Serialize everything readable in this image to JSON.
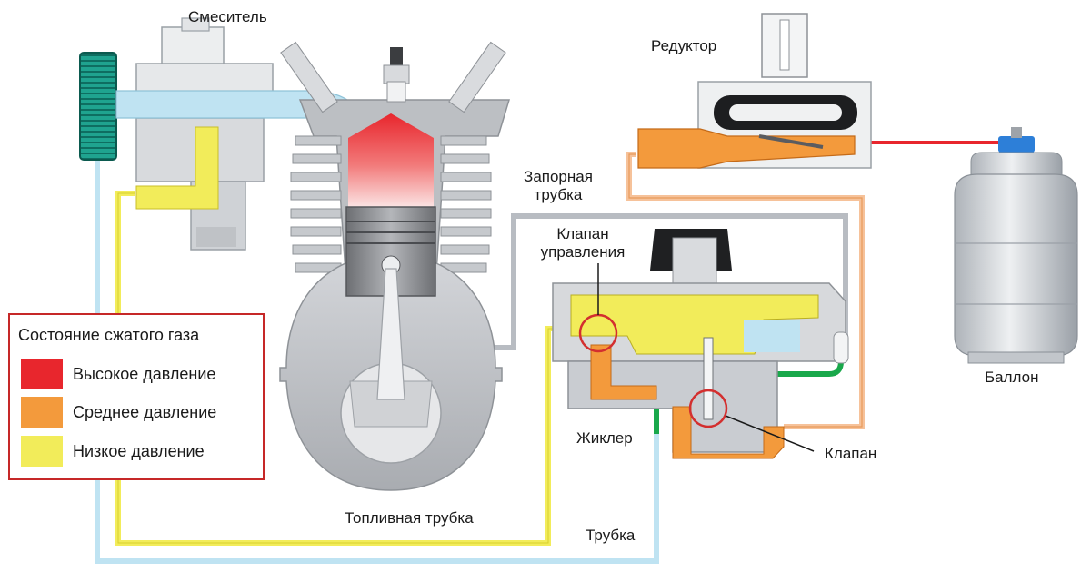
{
  "labels": {
    "mixer": "Смеситель",
    "reducer": "Редуктор",
    "shutoff_tube_line1": "Запорная",
    "shutoff_tube_line2": "трубка",
    "control_valve_line1": "Клапан",
    "control_valve_line2": "управления",
    "cylinder": "Баллон",
    "jet": "Жиклер",
    "valve": "Клапан",
    "fuel_tube": "Топливная трубка",
    "tube": "Трубка"
  },
  "legend": {
    "title": "Состояние сжатого газа",
    "items": [
      {
        "label": "Высокое давление",
        "color": "#e8262d"
      },
      {
        "label": "Среднее давление",
        "color": "#f39a3c"
      },
      {
        "label": "Низкое давление",
        "color": "#f2ec5a"
      }
    ]
  },
  "colors": {
    "high": "#e8262d",
    "medium": "#f39a3c",
    "low": "#f2ec5a",
    "air": "#bfe3f2",
    "tube_grey": "#b8bcc2",
    "callout": "#d32f2f",
    "green_line": "#19a84b",
    "metal": "#c9ccd1"
  },
  "icons": [
    "air-filter-icon",
    "mixer-icon",
    "engine-cylinder-icon",
    "spark-plug-icon",
    "piston-icon",
    "crankcase-icon",
    "reducer-icon",
    "gas-cylinder-icon",
    "regulator-icon"
  ]
}
